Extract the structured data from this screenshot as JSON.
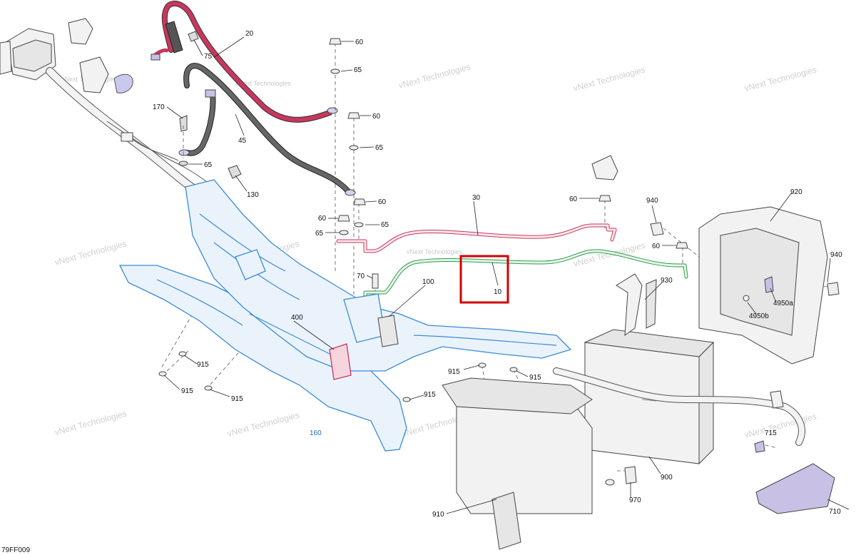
{
  "diagram": {
    "figure_code": "79FF009",
    "watermark": "vNext Technologies",
    "callouts": [
      {
        "id": "c20",
        "text": "20"
      },
      {
        "id": "c75",
        "text": "75"
      },
      {
        "id": "c45",
        "text": "45"
      },
      {
        "id": "c170",
        "text": "170"
      },
      {
        "id": "c65a",
        "text": "65"
      },
      {
        "id": "c130",
        "text": "130"
      },
      {
        "id": "c60a",
        "text": "60"
      },
      {
        "id": "c65b",
        "text": "65"
      },
      {
        "id": "c60b",
        "text": "60"
      },
      {
        "id": "c65c",
        "text": "65"
      },
      {
        "id": "c60c",
        "text": "60"
      },
      {
        "id": "c65d",
        "text": "65"
      },
      {
        "id": "c60d",
        "text": "60"
      },
      {
        "id": "c65e",
        "text": "65"
      },
      {
        "id": "c30",
        "text": "30"
      },
      {
        "id": "c60e",
        "text": "60"
      },
      {
        "id": "c940a",
        "text": "940"
      },
      {
        "id": "c920",
        "text": "920"
      },
      {
        "id": "c60f",
        "text": "60"
      },
      {
        "id": "c940b",
        "text": "940"
      },
      {
        "id": "c70",
        "text": "70"
      },
      {
        "id": "c100",
        "text": "100"
      },
      {
        "id": "c10",
        "text": "10"
      },
      {
        "id": "c930",
        "text": "930"
      },
      {
        "id": "c4950a",
        "text": "4950a"
      },
      {
        "id": "c4950b",
        "text": "4950b"
      },
      {
        "id": "c400",
        "text": "400"
      },
      {
        "id": "c915a",
        "text": "915"
      },
      {
        "id": "c915b",
        "text": "915"
      },
      {
        "id": "c915c",
        "text": "915"
      },
      {
        "id": "c915d",
        "text": "915"
      },
      {
        "id": "c915e",
        "text": "915"
      },
      {
        "id": "c915f",
        "text": "915"
      },
      {
        "id": "c160",
        "text": "160"
      },
      {
        "id": "c715",
        "text": "715"
      },
      {
        "id": "c910",
        "text": "910"
      },
      {
        "id": "c900",
        "text": "900"
      },
      {
        "id": "c970",
        "text": "970"
      },
      {
        "id": "c710",
        "text": "710"
      }
    ],
    "highlight": {
      "target_callout": "10",
      "color": "#d40000"
    },
    "colors": {
      "positive_cable": "#c8375c",
      "negative_cable": "#555555",
      "frame": "#3a8ad6",
      "ground_strap": "#2e9a4a",
      "highlight": "#d40000"
    }
  }
}
